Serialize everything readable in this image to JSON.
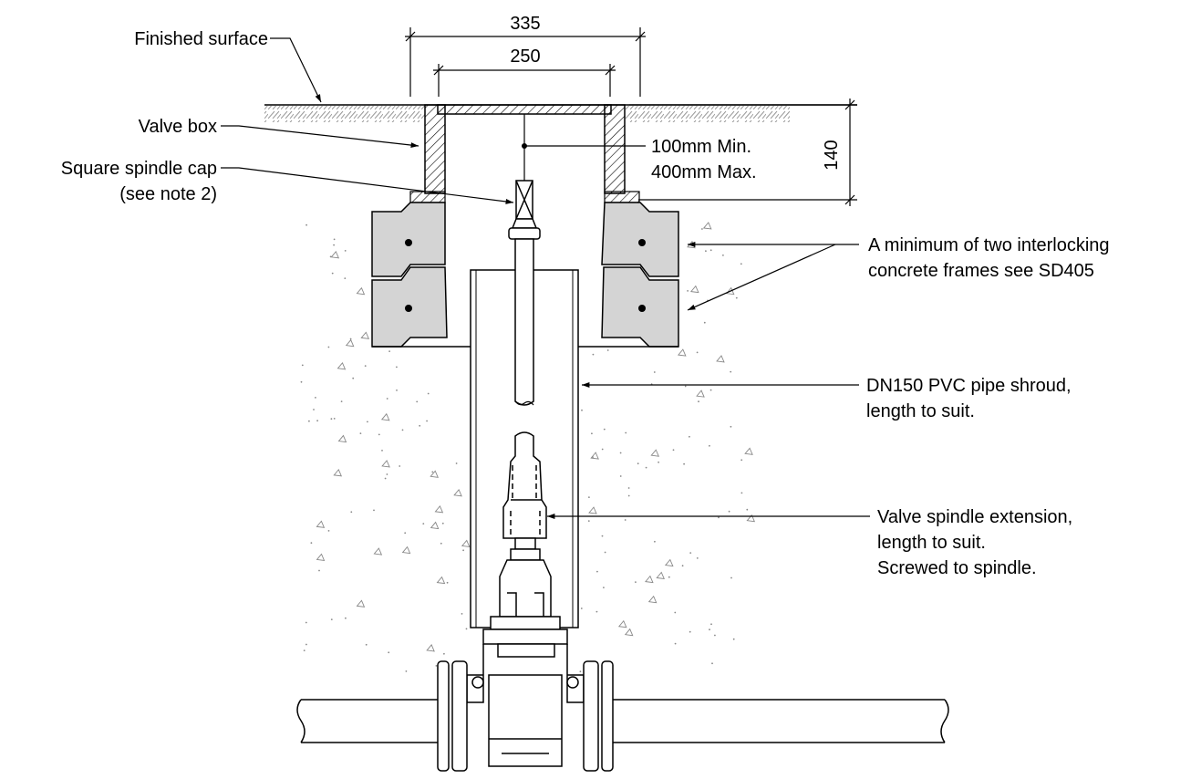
{
  "dimensions": {
    "overall_width": "335",
    "inner_width": "250",
    "depth": "140"
  },
  "labels": {
    "finished_surface": "Finished surface",
    "valve_box": "Valve box",
    "spindle_cap_line1": "Square spindle cap",
    "spindle_cap_line2": "(see note 2)",
    "clearance_min": "100mm Min.",
    "clearance_max": "400mm Max.",
    "frames_line1": "A minimum of two interlocking",
    "frames_line2": "concrete frames see SD405",
    "shroud_line1": "DN150 PVC pipe shroud,",
    "shroud_line2": "length to suit.",
    "extension_line1": "Valve spindle extension,",
    "extension_line2": "length to suit.",
    "extension_line3": "Screwed to spindle."
  },
  "colors": {
    "line": "#000000",
    "concrete_frame": "#d4d4d4",
    "soil_speckle": "#888888"
  }
}
